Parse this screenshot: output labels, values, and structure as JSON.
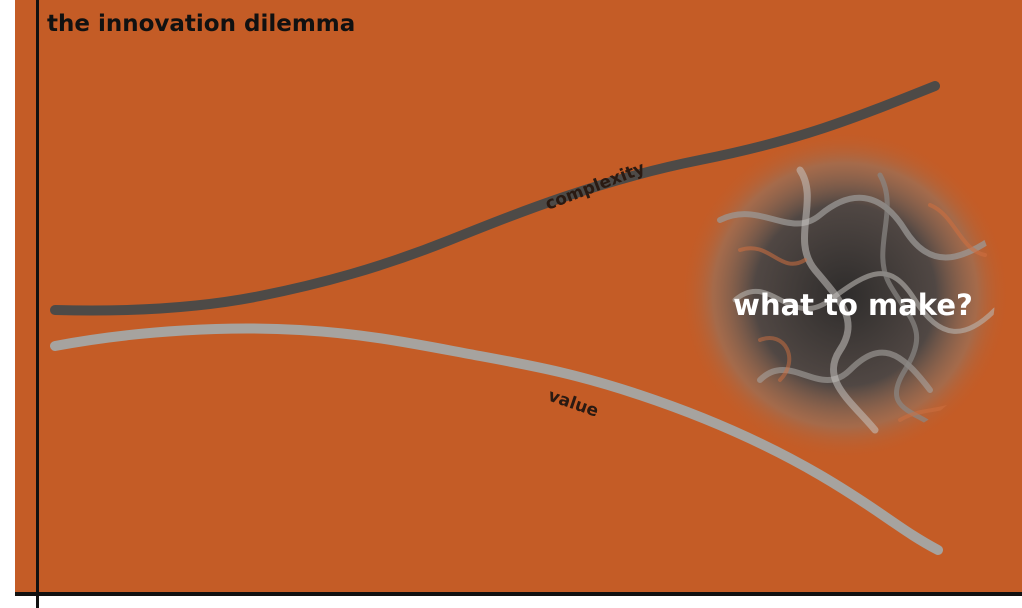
{
  "title": "the innovation dilemma",
  "curves": {
    "complexity": {
      "label": "complexity",
      "color": "#4d4a47"
    },
    "value": {
      "label": "value",
      "color": "#a6a39f"
    }
  },
  "question": "what to make?",
  "colors": {
    "background": "#c45c26",
    "axis": "#111111",
    "frame": "#ffffff"
  }
}
